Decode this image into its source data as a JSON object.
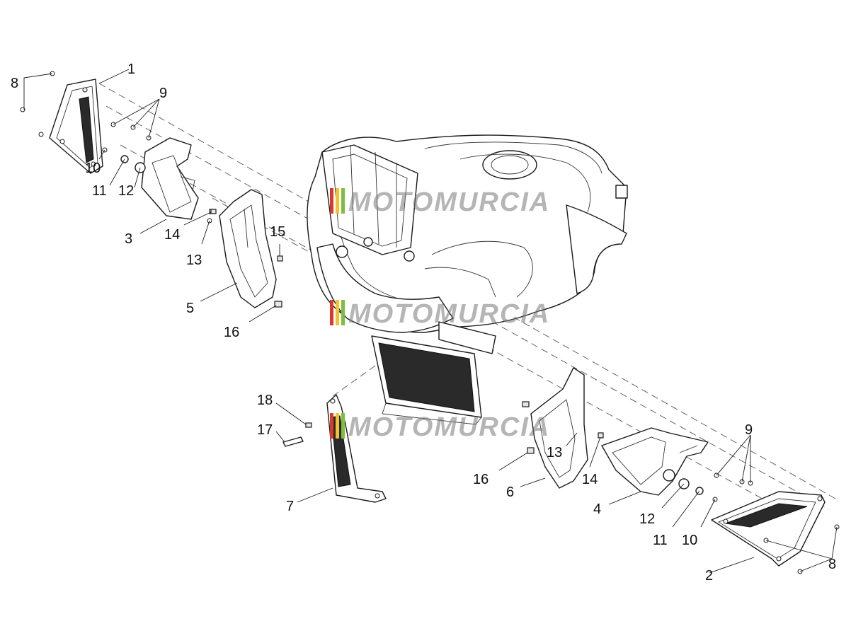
{
  "callouts": {
    "c1": "1",
    "c2": "2",
    "c3": "3",
    "c4": "4",
    "c5": "5",
    "c6": "6",
    "c7": "7",
    "c8_left": "8",
    "c8_right": "8",
    "c9_left": "9",
    "c9_right": "9",
    "c10_left": "10",
    "c10_right": "10",
    "c11_left": "11",
    "c11_right": "11",
    "c12_left": "12",
    "c12_right": "12",
    "c13_left": "13",
    "c13_right": "13",
    "c14_left": "14",
    "c14_right": "14",
    "c15": "15",
    "c16_left": "16",
    "c16_right": "16",
    "c17": "17",
    "c18": "18"
  },
  "watermark": {
    "text": "MOTOMURCIA",
    "colors": [
      "#d93a2b",
      "#f2c230",
      "#7fbf3f"
    ]
  }
}
